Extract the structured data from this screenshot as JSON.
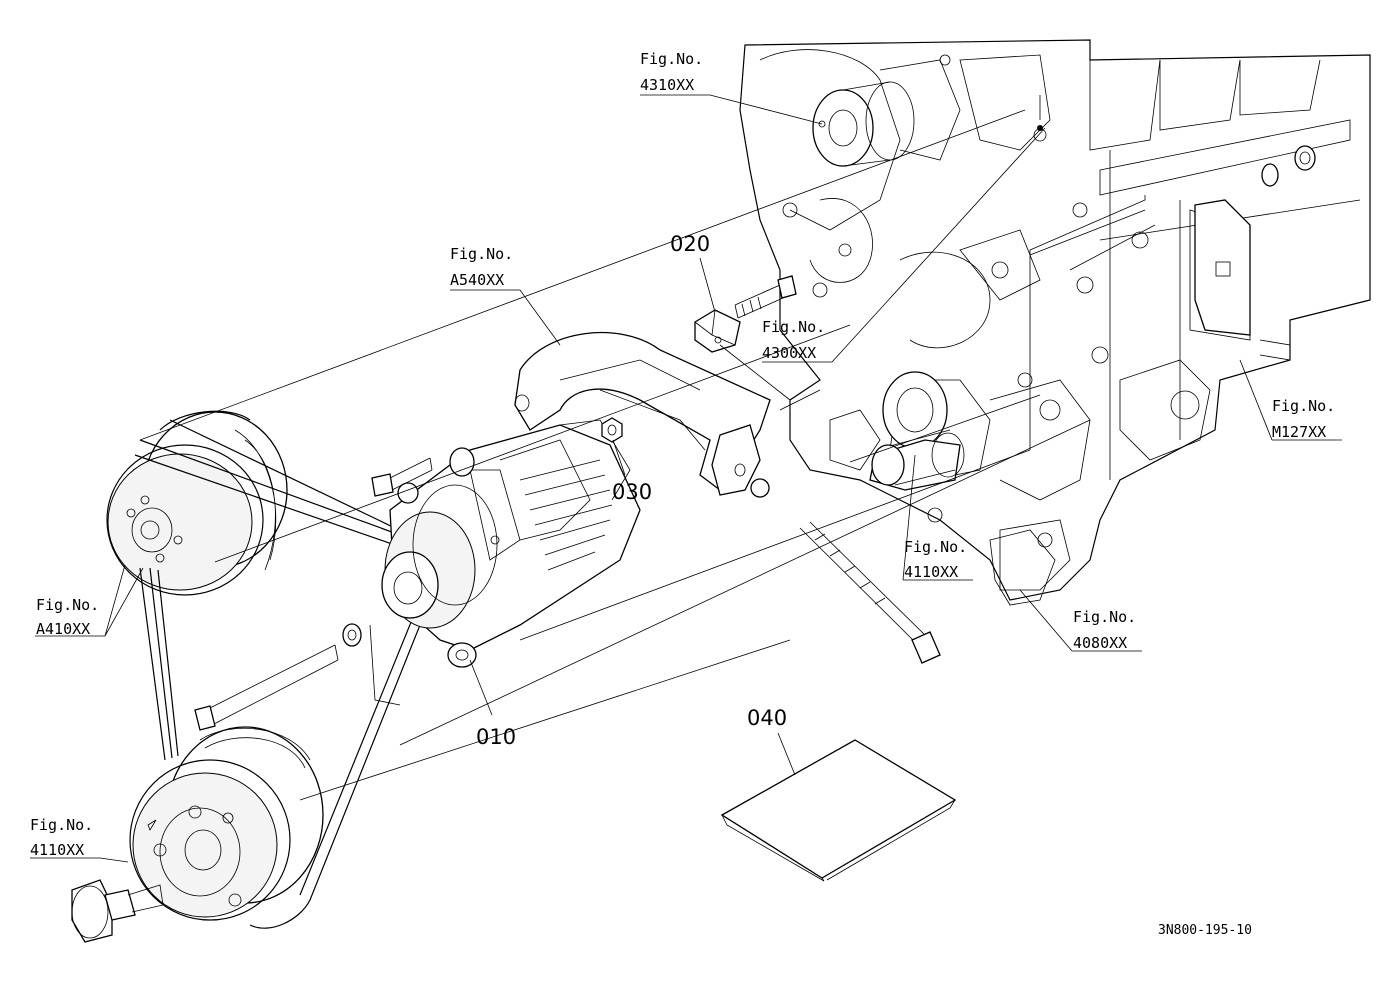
{
  "drawing_code": "3N800-195-10",
  "part_callouts": [
    {
      "id": "callout-010",
      "text": "010"
    },
    {
      "id": "callout-020",
      "text": "020"
    },
    {
      "id": "callout-030",
      "text": "030"
    },
    {
      "id": "callout-040",
      "text": "040"
    }
  ],
  "figure_refs": [
    {
      "id": "fig-4310xx",
      "line1": "Fig.No.",
      "line2": "4310XX"
    },
    {
      "id": "fig-a540xx",
      "line1": "Fig.No.",
      "line2": "A540XX"
    },
    {
      "id": "fig-4300xx",
      "line1": "Fig.No.",
      "line2": "4300XX"
    },
    {
      "id": "fig-m127xx",
      "line1": "Fig.No.",
      "line2": "M127XX"
    },
    {
      "id": "fig-4110xx-pump",
      "line1": "Fig.No.",
      "line2": "4110XX"
    },
    {
      "id": "fig-4080xx",
      "line1": "Fig.No.",
      "line2": "4080XX"
    },
    {
      "id": "fig-a410xx",
      "line1": "Fig.No.",
      "line2": "A410XX"
    },
    {
      "id": "fig-4110xx-crank",
      "line1": "Fig.No.",
      "line2": "4110XX"
    }
  ]
}
